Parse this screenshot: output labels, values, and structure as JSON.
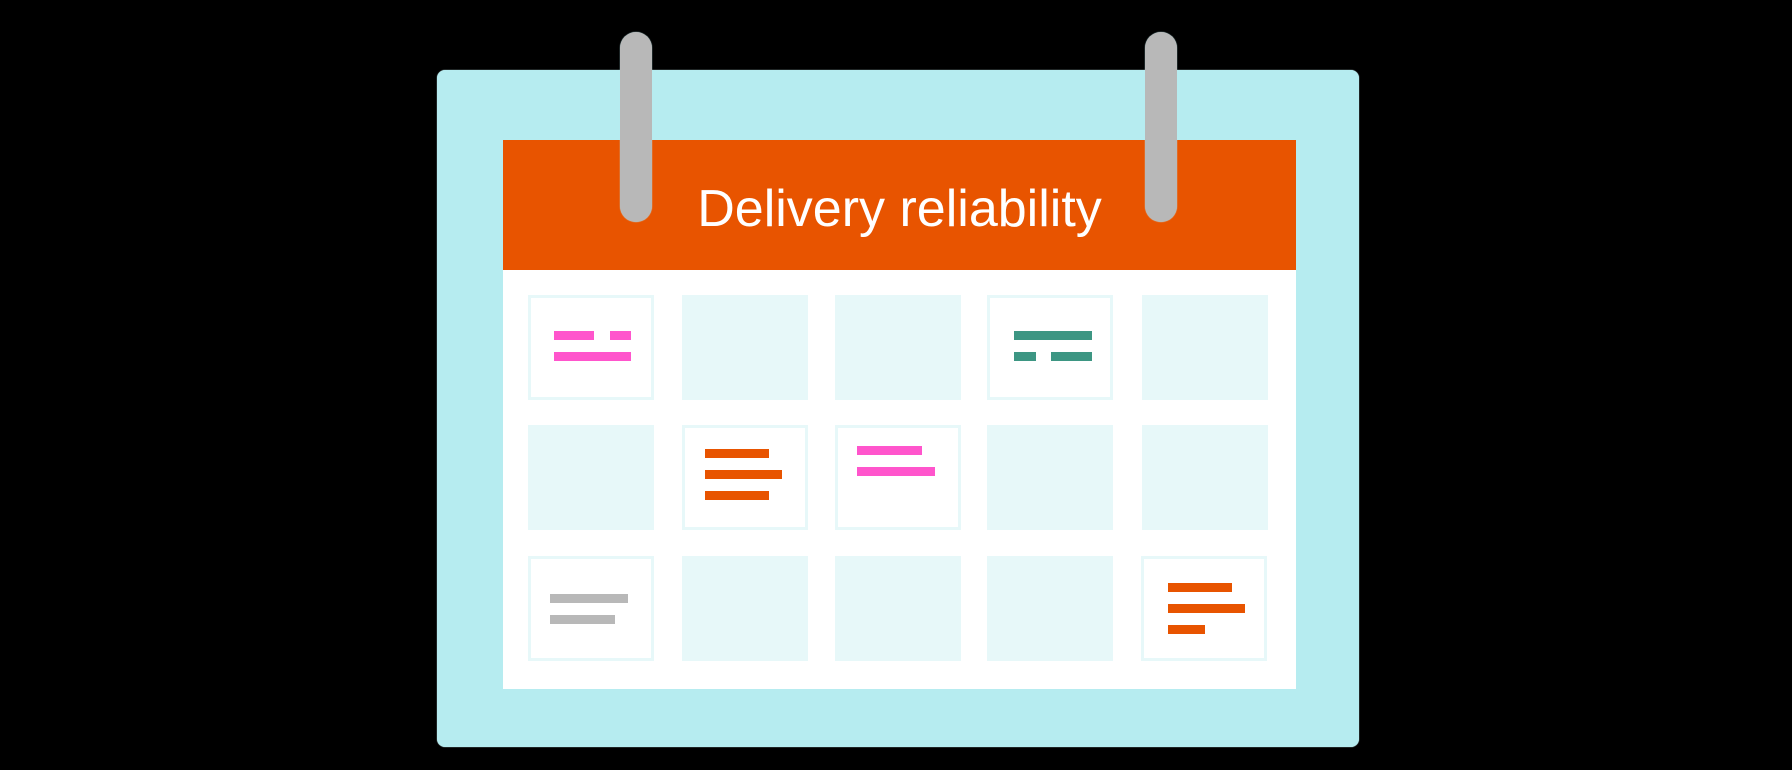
{
  "calendar": {
    "title": "Delivery reliability",
    "colors": {
      "background": "#000000",
      "frame": "#b6ecf0",
      "header": "#e85400",
      "sheet": "#ffffff",
      "ring": "#b8b8b8",
      "empty_cell": "#e7f8f9",
      "pink": "#ff55cc",
      "teal": "#3d9683",
      "orange": "#e85400",
      "gray": "#b8b8b8"
    },
    "grid": {
      "rows": 3,
      "columns": 5,
      "cells": [
        {
          "row": 1,
          "col": 1,
          "type": "note",
          "color": "pink",
          "lines": [
            [
              0.49,
              0.27
            ],
            [
              1.0
            ]
          ]
        },
        {
          "row": 1,
          "col": 2,
          "type": "empty"
        },
        {
          "row": 1,
          "col": 3,
          "type": "empty"
        },
        {
          "row": 1,
          "col": 4,
          "type": "note",
          "color": "teal",
          "lines": [
            [
              1.0
            ],
            [
              0.28,
              0.53
            ]
          ]
        },
        {
          "row": 1,
          "col": 5,
          "type": "empty"
        },
        {
          "row": 2,
          "col": 1,
          "type": "empty"
        },
        {
          "row": 2,
          "col": 2,
          "type": "note",
          "color": "orange",
          "lines": [
            [
              0.83
            ],
            [
              1.0
            ],
            [
              0.83
            ]
          ]
        },
        {
          "row": 2,
          "col": 3,
          "type": "note",
          "color": "pink",
          "lines": [
            [
              0.83
            ],
            [
              1.0
            ]
          ]
        },
        {
          "row": 2,
          "col": 4,
          "type": "empty"
        },
        {
          "row": 2,
          "col": 5,
          "type": "empty"
        },
        {
          "row": 3,
          "col": 1,
          "type": "note",
          "color": "gray",
          "lines": [
            [
              1.0
            ],
            [
              0.83
            ]
          ]
        },
        {
          "row": 3,
          "col": 2,
          "type": "empty"
        },
        {
          "row": 3,
          "col": 3,
          "type": "empty"
        },
        {
          "row": 3,
          "col": 4,
          "type": "empty"
        },
        {
          "row": 3,
          "col": 5,
          "type": "note",
          "color": "orange",
          "lines": [
            [
              0.83
            ],
            [
              1.0
            ],
            [
              0.48
            ]
          ]
        }
      ]
    }
  }
}
